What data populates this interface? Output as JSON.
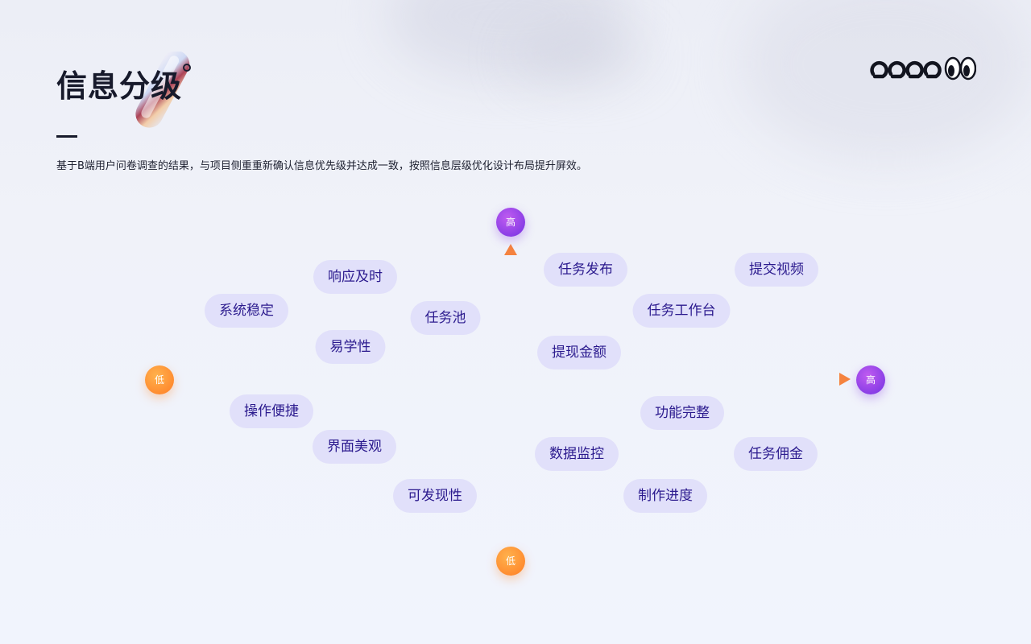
{
  "header": {
    "title": "信息分级",
    "subtitle": "基于B端用户问卷调查的结果，与项目侧重重新确认信息优先级并达成一致，按照信息层级优化设计布局提升屏效。"
  },
  "axis": {
    "x_high_label": "高",
    "x_low_label": "低",
    "y_high_label": "高",
    "y_low_label": "低"
  },
  "tags": [
    {
      "text": "响应及时"
    },
    {
      "text": "系统稳定"
    },
    {
      "text": "任务池"
    },
    {
      "text": "易学性"
    },
    {
      "text": "任务发布"
    },
    {
      "text": "提交视频"
    },
    {
      "text": "任务工作台"
    },
    {
      "text": "提现金额"
    },
    {
      "text": "操作便捷"
    },
    {
      "text": "界面美观"
    },
    {
      "text": "可发现性"
    },
    {
      "text": "功能完整"
    },
    {
      "text": "数据监控"
    },
    {
      "text": "任务佣金"
    },
    {
      "text": "制作进度"
    }
  ],
  "colors": {
    "high_node": "#8a3ee6",
    "low_node": "#ff8a2e",
    "tag_bg": "#e1e0fa",
    "tag_text": "#2b1a8e",
    "axis": "#f7914a"
  }
}
